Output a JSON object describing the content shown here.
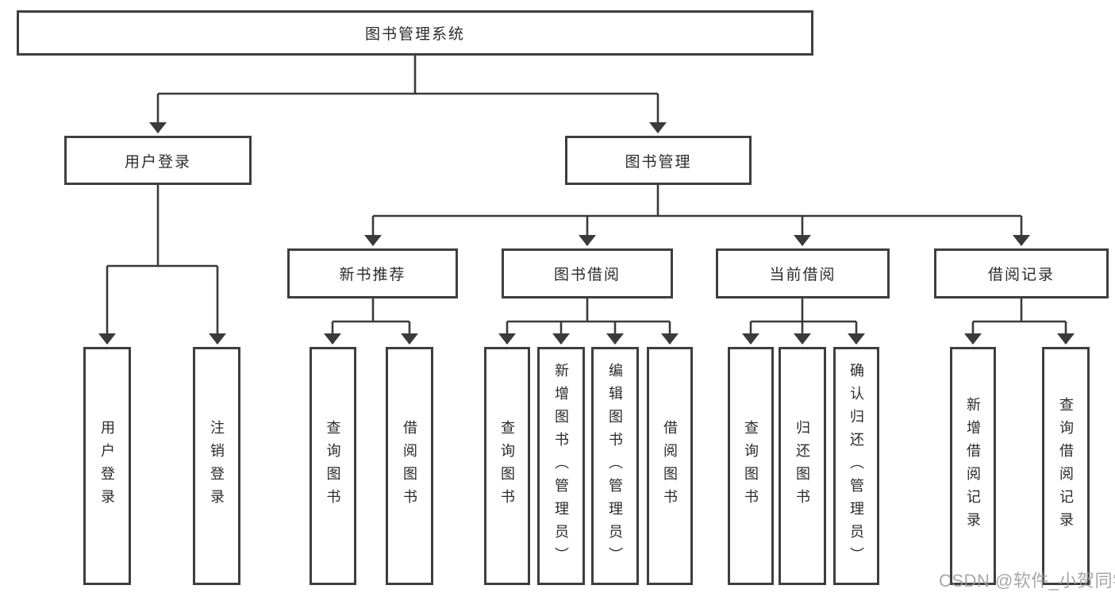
{
  "diagram": {
    "root": {
      "label": "图书管理系统"
    },
    "level2": {
      "user_login": {
        "label": "用户登录"
      },
      "book_management": {
        "label": "图书管理"
      }
    },
    "level3": {
      "new_book_recommend": {
        "label": "新书推荐"
      },
      "book_borrow": {
        "label": "图书借阅"
      },
      "current_borrow": {
        "label": "当前借阅"
      },
      "borrow_record": {
        "label": "借阅记录"
      }
    },
    "leaves": {
      "user_login": {
        "label": "用户登录"
      },
      "logout": {
        "label": "注销登录"
      },
      "nb_query_books": {
        "label": "查询图书"
      },
      "nb_borrow_books": {
        "label": "借阅图书"
      },
      "bb_query_books": {
        "label": "查询图书"
      },
      "bb_add_books_admin": {
        "label": "新增图书（管理员）"
      },
      "bb_edit_books_admin": {
        "label": "编辑图书（管理员）"
      },
      "bb_borrow_books": {
        "label": "借阅图书"
      },
      "cb_query_books": {
        "label": "查询图书"
      },
      "cb_return_books": {
        "label": "归还图书"
      },
      "cb_confirm_return_admin": {
        "label": "确认归还（管理员）"
      },
      "br_add_record": {
        "label": "新增借阅记录"
      },
      "br_query_record": {
        "label": "查询借阅记录"
      }
    }
  },
  "watermark": {
    "text": "CSDN @软件_小贺同学"
  },
  "colors": {
    "line": "#3a3a3a",
    "border": "#3e3e3e",
    "text": "#2b2b2b",
    "watermark": "#96989c",
    "background": "#ffffff"
  }
}
